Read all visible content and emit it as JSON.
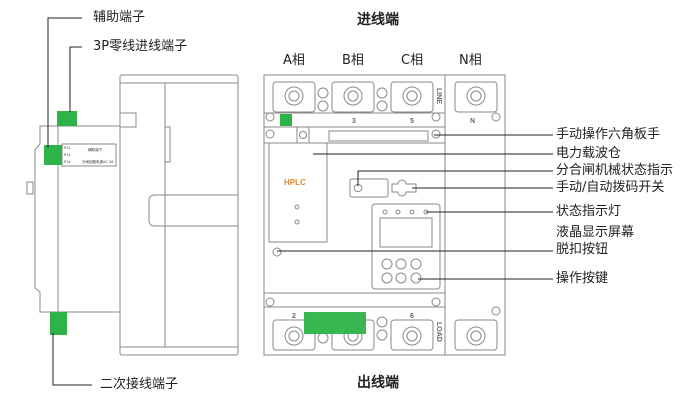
{
  "side_view": {
    "labels": {
      "aux_terminal": "辅助端子",
      "neutral_in_terminal": "3P零线进线端子",
      "secondary_terminal": "二次接线端子"
    },
    "plate_text": [
      "P11",
      "P12",
      "P14",
      "辅助端子",
      "分闸回路电源AC 3A"
    ]
  },
  "front_view": {
    "line_side": "进线端",
    "load_side": "出线端",
    "phases": [
      "A相",
      "B相",
      "C相",
      "N相"
    ],
    "top_marks": [
      "3",
      "5",
      "N"
    ],
    "bottom_marks": [
      "2",
      "6"
    ],
    "line_mark": "LINE",
    "load_mark": "LOAD",
    "module_text": "HPLC",
    "callouts": {
      "hex_wrench": "手动操作六角板手",
      "carrier_bay": "电力载波仓",
      "mech_indicator": "分合闸机械状态指示",
      "dip_switch": "手动/自动拨码开关",
      "status_led": "状态指示灯",
      "lcd": "液晶显示屏幕",
      "trip_button": "脱扣按钮",
      "keys": "操作按键"
    }
  },
  "colors": {
    "green": "#2db34a",
    "line": "#8a8a8a",
    "hplc": "#e0883a"
  }
}
